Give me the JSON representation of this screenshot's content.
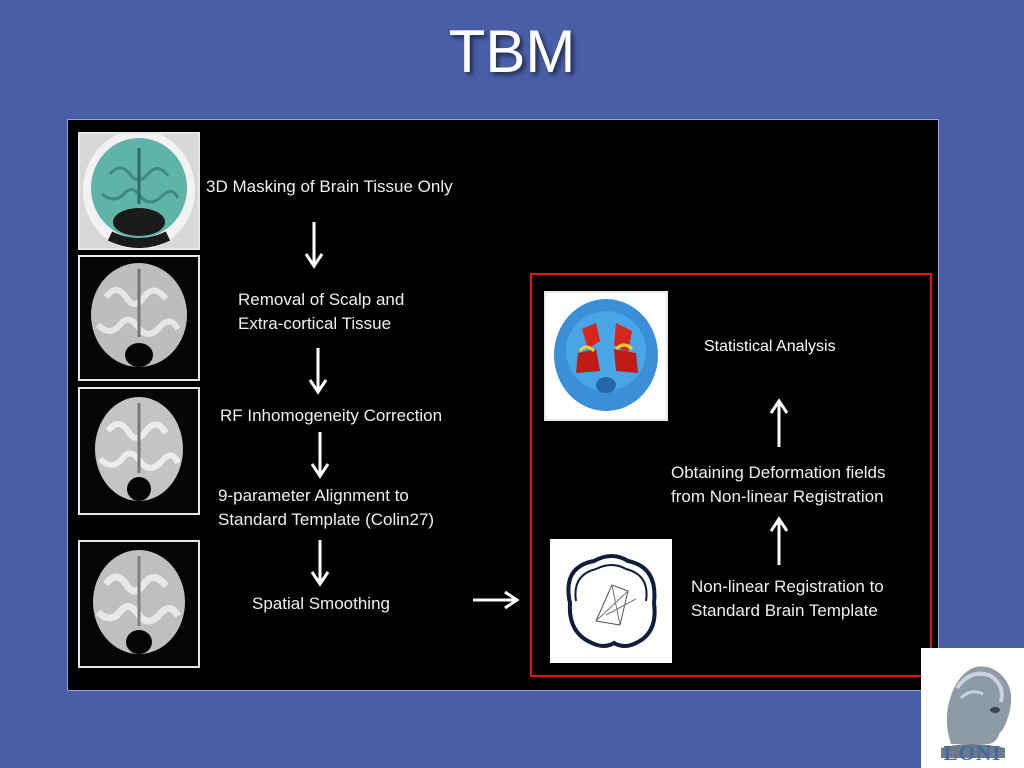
{
  "slide": {
    "title": "TBM"
  },
  "pipeline": {
    "steps": [
      "3D Masking of Brain Tissue Only",
      "Removal of Scalp and\nExtra-cortical Tissue",
      "RF Inhomogeneity Correction",
      "9-parameter Alignment to\nStandard Template (Colin27)",
      "Spatial Smoothing"
    ]
  },
  "analysis": {
    "steps": [
      "Non-linear Registration to\nStandard Brain Template",
      "Obtaining Deformation fields\nfrom Non-linear Registration",
      "Statistical Analysis"
    ],
    "box_color": "#e01818"
  },
  "logo": {
    "text": "LONI"
  },
  "colors": {
    "background": "#4a5ea8",
    "panel": "#000000",
    "mask_tint": "#5fb3a8"
  }
}
